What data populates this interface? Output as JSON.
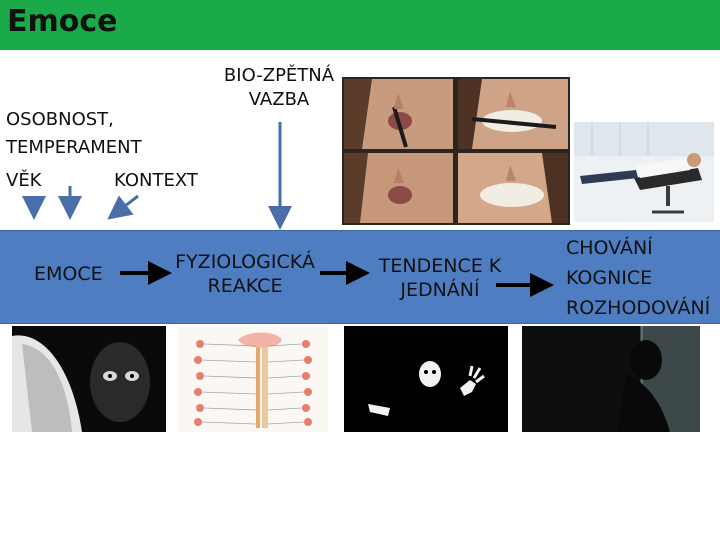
{
  "slide": {
    "title": "Emoce"
  },
  "labels": {
    "osobnost": "OSOBNOST,",
    "temperament": "TEMPERAMENT",
    "vek": "VĚK",
    "kontext": "KONTEXT",
    "biozpetna_line1": "BIO-ZPĚTNÁ",
    "biozpetna_line2": "VAZBA"
  },
  "flow": {
    "emoce": "EMOCE",
    "fyzio_line1": "FYZIOLOGICKÁ",
    "fyzio_line2": "REAKCE",
    "tendence_line1": "TENDENCE K",
    "tendence_line2": "JEDNÁNÍ",
    "chovani": "CHOVÁNÍ",
    "kognice": "KOGNICE",
    "rozhodovani": "ROZHODOVÁNÍ"
  },
  "colors": {
    "title_bar": "#1aaa4a",
    "band": "#4f7dc2",
    "arrow_blue": "#4a6fa8",
    "arrow_black": "#000000"
  }
}
